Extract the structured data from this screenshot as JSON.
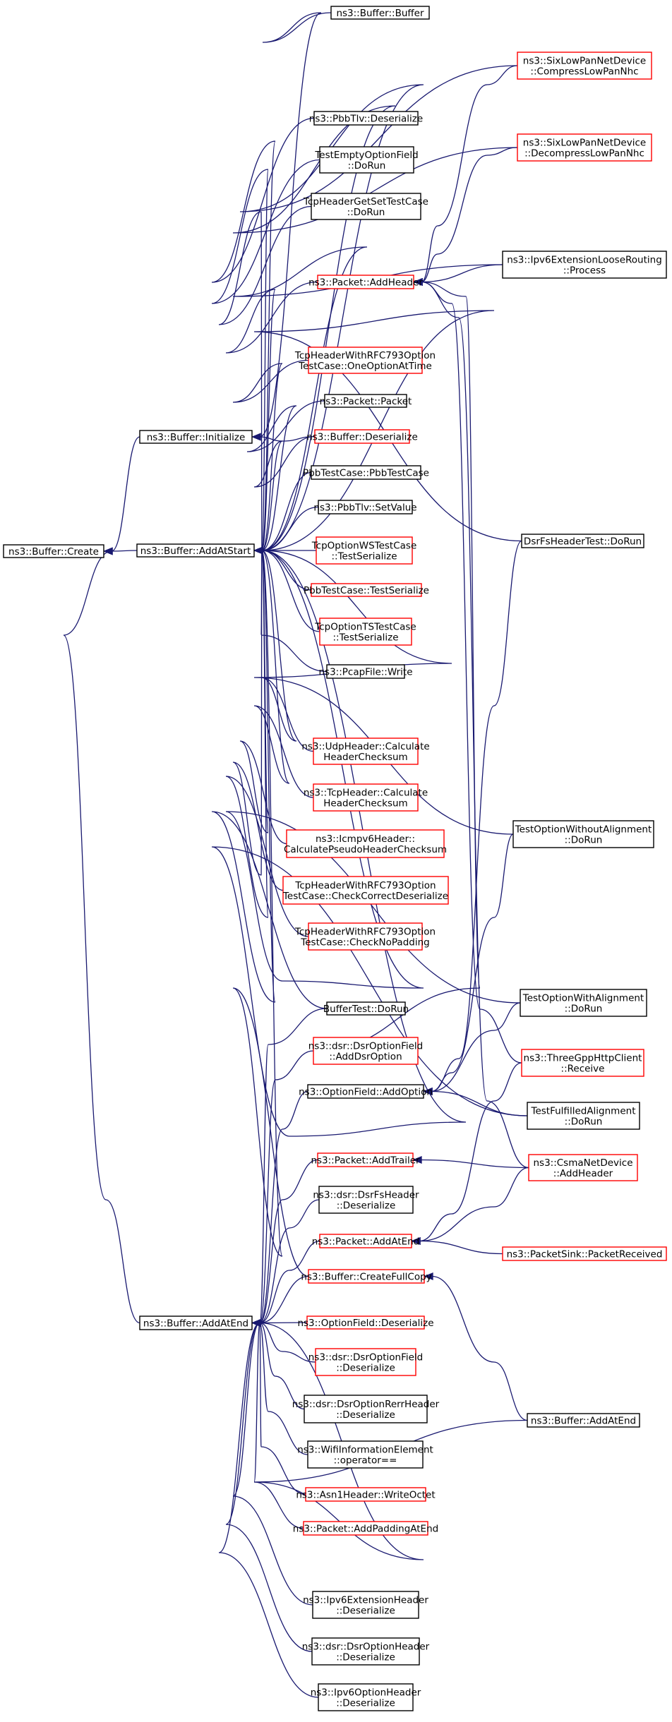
{
  "colors": {
    "edge": "#191970",
    "node_border_default": "#000000",
    "node_border_highlight": "#ff0000",
    "focus_node_fill": "#bfbfbf",
    "node_fill": "#ffffff"
  },
  "nodes": [
    {
      "id": "create",
      "lines": [
        "ns3::Buffer::Create"
      ],
      "border": "black",
      "focus": true
    },
    {
      "id": "initialize",
      "lines": [
        "ns3::Buffer::Initialize"
      ],
      "border": "black"
    },
    {
      "id": "addatstart",
      "lines": [
        "ns3::Buffer::AddAtStart"
      ],
      "border": "black"
    },
    {
      "id": "addatend",
      "lines": [
        "ns3::Buffer::AddAtEnd"
      ],
      "border": "black"
    },
    {
      "id": "buffer_ctor",
      "lines": [
        "ns3::Buffer::Buffer"
      ],
      "border": "black"
    },
    {
      "id": "pbbtlv_deser",
      "lines": [
        "ns3::PbbTlv::Deserialize"
      ],
      "border": "black"
    },
    {
      "id": "testemptyoption",
      "lines": [
        "TestEmptyOptionField",
        "::DoRun"
      ],
      "border": "black"
    },
    {
      "id": "tcphdr_getset",
      "lines": [
        "TcpHeaderGetSetTestCase",
        "::DoRun"
      ],
      "border": "black"
    },
    {
      "id": "packet_addheader",
      "lines": [
        "ns3::Packet::AddHeader"
      ],
      "border": "red"
    },
    {
      "id": "tcp793_oneopt",
      "lines": [
        "TcpHeaderWithRFC793Option",
        "TestCase::OneOptionAtTime"
      ],
      "border": "red"
    },
    {
      "id": "packet_ctor",
      "lines": [
        "ns3::Packet::Packet"
      ],
      "border": "black"
    },
    {
      "id": "buffer_deser",
      "lines": [
        "ns3::Buffer::Deserialize"
      ],
      "border": "red"
    },
    {
      "id": "pbbtestcase",
      "lines": [
        "PbbTestCase::PbbTestCase"
      ],
      "border": "black"
    },
    {
      "id": "pbbtlv_setvalue",
      "lines": [
        "ns3::PbbTlv::SetValue"
      ],
      "border": "black"
    },
    {
      "id": "tcpoptws",
      "lines": [
        "TcpOptionWSTestCase",
        "::TestSerialize"
      ],
      "border": "red"
    },
    {
      "id": "pbbtest_serialize",
      "lines": [
        "PbbTestCase::TestSerialize"
      ],
      "border": "red"
    },
    {
      "id": "tcpoptts",
      "lines": [
        "TcpOptionTSTestCase",
        "::TestSerialize"
      ],
      "border": "red"
    },
    {
      "id": "pcapfile_write",
      "lines": [
        "ns3::PcapFile::Write"
      ],
      "border": "black"
    },
    {
      "id": "udp_checksum",
      "lines": [
        "ns3::UdpHeader::Calculate",
        "HeaderChecksum"
      ],
      "border": "red"
    },
    {
      "id": "tcp_checksum",
      "lines": [
        "ns3::TcpHeader::Calculate",
        "HeaderChecksum"
      ],
      "border": "red"
    },
    {
      "id": "icmpv6_checksum",
      "lines": [
        "ns3::Icmpv6Header::",
        "CalculatePseudoHeaderChecksum"
      ],
      "border": "red"
    },
    {
      "id": "tcp793_checkcorrect",
      "lines": [
        "TcpHeaderWithRFC793Option",
        "TestCase::CheckCorrectDeserialize"
      ],
      "border": "red"
    },
    {
      "id": "tcp793_nopadding",
      "lines": [
        "TcpHeaderWithRFC793Option",
        "TestCase::CheckNoPadding"
      ],
      "border": "red"
    },
    {
      "id": "buffertest",
      "lines": [
        "BufferTest::DoRun"
      ],
      "border": "black"
    },
    {
      "id": "dsr_adddsroption",
      "lines": [
        "ns3::dsr::DsrOptionField",
        "::AddDsrOption"
      ],
      "border": "red"
    },
    {
      "id": "optionfield_addoption",
      "lines": [
        "ns3::OptionField::AddOption"
      ],
      "border": "black"
    },
    {
      "id": "packet_addtrailer",
      "lines": [
        "ns3::Packet::AddTrailer"
      ],
      "border": "red"
    },
    {
      "id": "dsrfsheader_deser",
      "lines": [
        "ns3::dsr::DsrFsHeader",
        "::Deserialize"
      ],
      "border": "black"
    },
    {
      "id": "packet_addatend",
      "lines": [
        "ns3::Packet::AddAtEnd"
      ],
      "border": "red"
    },
    {
      "id": "buffer_createfullcopy",
      "lines": [
        "ns3::Buffer::CreateFullCopy"
      ],
      "border": "red"
    },
    {
      "id": "optionfield_deser",
      "lines": [
        "ns3::OptionField::Deserialize"
      ],
      "border": "red"
    },
    {
      "id": "dsroptionfield_deser",
      "lines": [
        "ns3::dsr::DsrOptionField",
        "::Deserialize"
      ],
      "border": "red"
    },
    {
      "id": "dsrrerr_deser",
      "lines": [
        "ns3::dsr::DsrOptionRerrHeader",
        "::Deserialize"
      ],
      "border": "black"
    },
    {
      "id": "wifiinfo_eq",
      "lines": [
        "ns3::WifiInformationElement",
        "::operator=="
      ],
      "border": "black"
    },
    {
      "id": "asn1_writeoctet",
      "lines": [
        "ns3::Asn1Header::WriteOctet"
      ],
      "border": "red"
    },
    {
      "id": "packet_addpadding",
      "lines": [
        "ns3::Packet::AddPaddingAtEnd"
      ],
      "border": "red"
    },
    {
      "id": "ipv6ext_deser",
      "lines": [
        "ns3::Ipv6ExtensionHeader",
        "::Deserialize"
      ],
      "border": "black"
    },
    {
      "id": "dsroptionheader_deser",
      "lines": [
        "ns3::dsr::DsrOptionHeader",
        "::Deserialize"
      ],
      "border": "black"
    },
    {
      "id": "ipv6option_deser",
      "lines": [
        "ns3::Ipv6OptionHeader",
        "::Deserialize"
      ],
      "border": "black"
    },
    {
      "id": "sixlow_compress",
      "lines": [
        "ns3::SixLowPanNetDevice",
        "::CompressLowPanNhc"
      ],
      "border": "red"
    },
    {
      "id": "sixlow_decompress",
      "lines": [
        "ns3::SixLowPanNetDevice",
        "::DecompressLowPanNhc"
      ],
      "border": "red"
    },
    {
      "id": "ipv6ext_loose",
      "lines": [
        "ns3::Ipv6ExtensionLooseRouting",
        "::Process"
      ],
      "border": "black"
    },
    {
      "id": "dsrfsheadertest",
      "lines": [
        "DsrFsHeaderTest::DoRun"
      ],
      "border": "black"
    },
    {
      "id": "testoption_without",
      "lines": [
        "TestOptionWithoutAlignment",
        "::DoRun"
      ],
      "border": "black"
    },
    {
      "id": "testoption_with",
      "lines": [
        "TestOptionWithAlignment",
        "::DoRun"
      ],
      "border": "black"
    },
    {
      "id": "threegpp_receive",
      "lines": [
        "ns3::ThreeGppHttpClient",
        "::Receive"
      ],
      "border": "red"
    },
    {
      "id": "testfulfilled",
      "lines": [
        "TestFulfilledAlignment",
        "::DoRun"
      ],
      "border": "black"
    },
    {
      "id": "csma_addheader",
      "lines": [
        "ns3::CsmaNetDevice",
        "::AddHeader"
      ],
      "border": "red"
    },
    {
      "id": "packetsink_received",
      "lines": [
        "ns3::PacketSink::PacketReceived"
      ],
      "border": "red"
    },
    {
      "id": "buffer_addatend_overload",
      "lines": [
        "ns3::Buffer::AddAtEnd"
      ],
      "border": "black"
    }
  ],
  "edges": [
    [
      "initialize",
      "create"
    ],
    [
      "addatstart",
      "create"
    ],
    [
      "addatend",
      "create"
    ],
    [
      "buffer_ctor",
      "initialize"
    ],
    [
      "buffer_deser",
      "initialize"
    ],
    [
      "sixlow_compress",
      "addatstart"
    ],
    [
      "sixlow_decompress",
      "addatstart"
    ],
    [
      "pbbtlv_deser",
      "addatstart"
    ],
    [
      "testemptyoption",
      "addatstart"
    ],
    [
      "tcphdr_getset",
      "addatstart"
    ],
    [
      "packet_addheader",
      "addatstart"
    ],
    [
      "ipv6ext_loose",
      "addatstart"
    ],
    [
      "tcp793_oneopt",
      "addatstart"
    ],
    [
      "packet_ctor",
      "addatstart"
    ],
    [
      "buffer_deser",
      "addatstart"
    ],
    [
      "pbbtestcase",
      "addatstart"
    ],
    [
      "pbbtlv_setvalue",
      "addatstart"
    ],
    [
      "dsrfsheadertest",
      "addatstart"
    ],
    [
      "tcpoptws",
      "addatstart"
    ],
    [
      "pbbtest_serialize",
      "addatstart"
    ],
    [
      "tcpoptts",
      "addatstart"
    ],
    [
      "pcapfile_write",
      "addatstart"
    ],
    [
      "udp_checksum",
      "addatstart"
    ],
    [
      "tcp_checksum",
      "addatstart"
    ],
    [
      "testoption_without",
      "addatstart"
    ],
    [
      "icmpv6_checksum",
      "addatstart"
    ],
    [
      "tcp793_checkcorrect",
      "addatstart"
    ],
    [
      "tcp793_nopadding",
      "addatstart"
    ],
    [
      "testoption_with",
      "addatstart"
    ],
    [
      "buffertest",
      "addatstart"
    ],
    [
      "testfulfilled",
      "addatstart"
    ],
    [
      "buffer_createfullcopy",
      "addatstart"
    ],
    [
      "sixlow_compress",
      "packet_addheader"
    ],
    [
      "sixlow_decompress",
      "packet_addheader"
    ],
    [
      "ipv6ext_loose",
      "packet_addheader"
    ],
    [
      "dsr_adddsroption",
      "packet_addheader"
    ],
    [
      "threegpp_receive",
      "packet_addheader"
    ],
    [
      "csma_addheader",
      "packet_addheader"
    ],
    [
      "dsrfsheadertest",
      "optionfield_addoption"
    ],
    [
      "testoption_without",
      "optionfield_addoption"
    ],
    [
      "testoption_with",
      "optionfield_addoption"
    ],
    [
      "testfulfilled",
      "optionfield_addoption"
    ],
    [
      "csma_addheader",
      "packet_addtrailer"
    ],
    [
      "threegpp_receive",
      "packet_addatend"
    ],
    [
      "csma_addheader",
      "packet_addatend"
    ],
    [
      "packetsink_received",
      "packet_addatend"
    ],
    [
      "buffer_addatend_overload",
      "buffer_createfullcopy"
    ],
    [
      "buffertest",
      "addatend"
    ],
    [
      "dsr_adddsroption",
      "addatend"
    ],
    [
      "optionfield_addoption",
      "addatend"
    ],
    [
      "packet_addtrailer",
      "addatend"
    ],
    [
      "dsrfsheader_deser",
      "addatend"
    ],
    [
      "packet_addatend",
      "addatend"
    ],
    [
      "buffer_createfullcopy",
      "addatend"
    ],
    [
      "optionfield_deser",
      "addatend"
    ],
    [
      "dsroptionfield_deser",
      "addatend"
    ],
    [
      "dsrrerr_deser",
      "addatend"
    ],
    [
      "wifiinfo_eq",
      "addatend"
    ],
    [
      "asn1_writeoctet",
      "addatend"
    ],
    [
      "packet_addpadding",
      "addatend"
    ],
    [
      "buffer_addatend_overload",
      "addatend"
    ],
    [
      "ipv6ext_deser",
      "addatend"
    ],
    [
      "dsroptionheader_deser",
      "addatend"
    ],
    [
      "ipv6option_deser",
      "addatend"
    ]
  ]
}
